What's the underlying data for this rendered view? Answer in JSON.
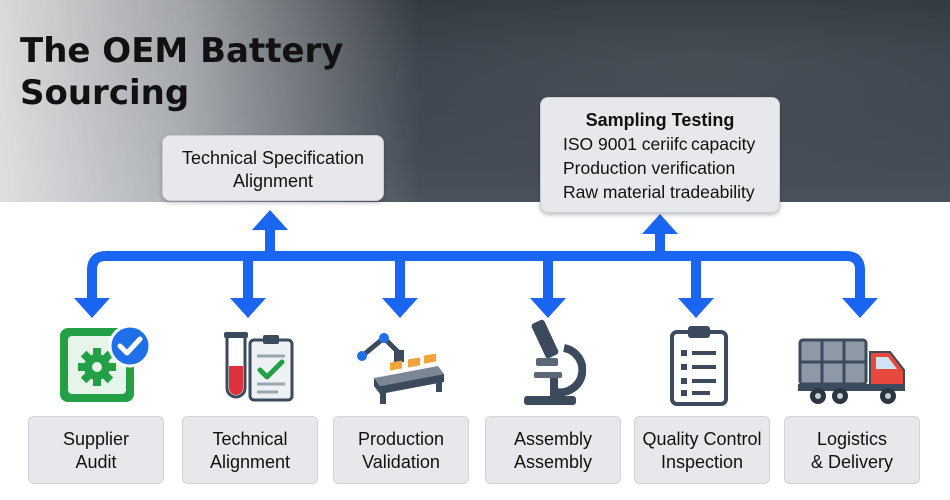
{
  "title": {
    "line1": "The OEM Battery",
    "line2": "Sourcing"
  },
  "spec_box": {
    "line1": "Technical Specification",
    "line2": "Alignment"
  },
  "sampling_box": {
    "heading": "Sampling Testing",
    "items": [
      "ISO 9001 ceriifc capacity",
      "Production verification",
      "Raw material tradeability"
    ]
  },
  "steps": [
    {
      "line1": "Supplier",
      "line2": "Audit",
      "icon": "audit-gear-check-icon"
    },
    {
      "line1": "Technical",
      "line2": "Alignment",
      "icon": "test-tube-clipboard-icon"
    },
    {
      "line1": "Production",
      "line2": "Validation",
      "icon": "conveyor-robot-arm-icon"
    },
    {
      "line1": "Assembly",
      "line2": "Assembly",
      "icon": "microscope-icon"
    },
    {
      "line1": "Quality Control",
      "line2": "Inspection",
      "icon": "checklist-icon"
    },
    {
      "line1": "Logistics",
      "line2": "& Delivery",
      "icon": "delivery-truck-icon"
    }
  ],
  "colors": {
    "arrow": "#1a66f2",
    "box": "#e6e8eb",
    "check_blue": "#1f6fe8",
    "gear_green": "#23a046",
    "truck_red": "#e8493c"
  }
}
